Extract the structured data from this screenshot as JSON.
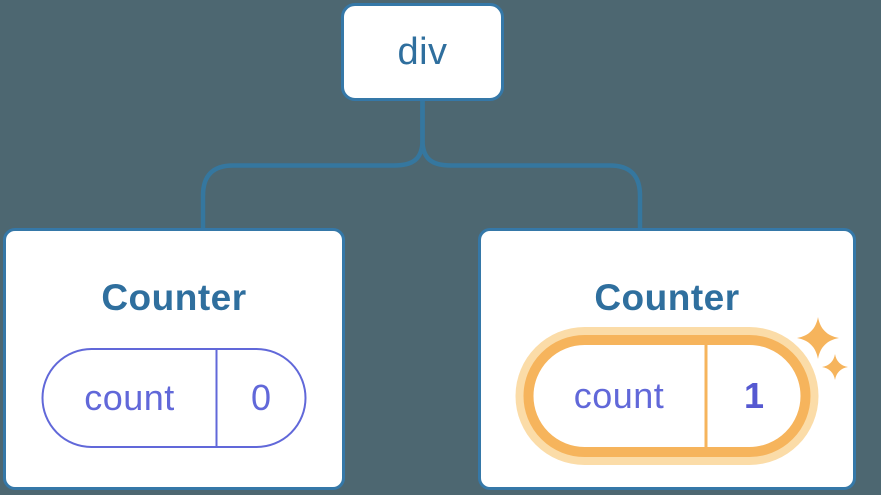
{
  "diagram": {
    "root": {
      "label": "div"
    },
    "components": [
      {
        "title": "Counter",
        "state": {
          "key": "count",
          "value": "0"
        },
        "highlighted": false
      },
      {
        "title": "Counter",
        "state": {
          "key": "count",
          "value": "1"
        },
        "highlighted": true
      }
    ]
  },
  "icons": {
    "sparkle_large": "four-point-star",
    "sparkle_small": "four-point-star"
  },
  "colors": {
    "background": "#4D6771",
    "node_border_blue": "#3578A8",
    "node_text_blue": "#2F6F9E",
    "state_purple": "#6168D9",
    "state_value_bold_purple": "#5559D1",
    "highlight_orange": "#F6B45C",
    "highlight_halo": "#FBDCA8",
    "card_background": "#FFFFFF"
  }
}
